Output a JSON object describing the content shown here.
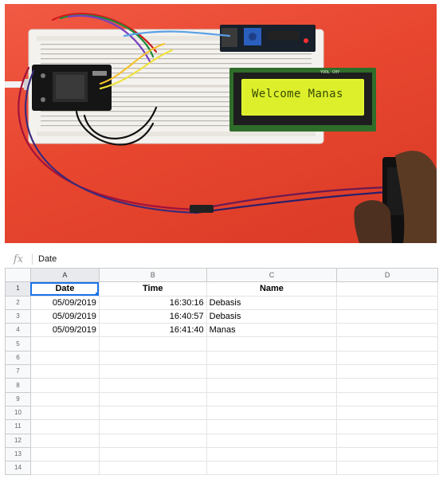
{
  "photo": {
    "lcd_text": "Welcome Manas",
    "lcd_small_label": "YOOL CHY"
  },
  "sheet": {
    "formula_icon": "fx",
    "formula_value": "Date",
    "columns": [
      "A",
      "B",
      "C",
      "D"
    ],
    "rows": [
      {
        "n": "1",
        "a": "Date",
        "b": "Time",
        "c": "Name",
        "d": ""
      },
      {
        "n": "2",
        "a": "05/09/2019",
        "b": "16:30:16",
        "c": "Debasis",
        "d": ""
      },
      {
        "n": "3",
        "a": "05/09/2019",
        "b": "16:40:57",
        "c": "Debasis",
        "d": ""
      },
      {
        "n": "4",
        "a": "05/09/2019",
        "b": "16:41:40",
        "c": "Manas",
        "d": ""
      },
      {
        "n": "5",
        "a": "",
        "b": "",
        "c": "",
        "d": ""
      },
      {
        "n": "6",
        "a": "",
        "b": "",
        "c": "",
        "d": ""
      },
      {
        "n": "7",
        "a": "",
        "b": "",
        "c": "",
        "d": ""
      },
      {
        "n": "8",
        "a": "",
        "b": "",
        "c": "",
        "d": ""
      },
      {
        "n": "9",
        "a": "",
        "b": "",
        "c": "",
        "d": ""
      },
      {
        "n": "10",
        "a": "",
        "b": "",
        "c": "",
        "d": ""
      },
      {
        "n": "11",
        "a": "",
        "b": "",
        "c": "",
        "d": ""
      },
      {
        "n": "12",
        "a": "",
        "b": "",
        "c": "",
        "d": ""
      },
      {
        "n": "13",
        "a": "",
        "b": "",
        "c": "",
        "d": ""
      },
      {
        "n": "14",
        "a": "",
        "b": "",
        "c": "",
        "d": ""
      }
    ]
  },
  "colors": {
    "background_surface": "#e8462f",
    "lcd_screen": "#e3f531",
    "lcd_bezel": "#2f6e2a",
    "selection": "#1a73e8"
  }
}
